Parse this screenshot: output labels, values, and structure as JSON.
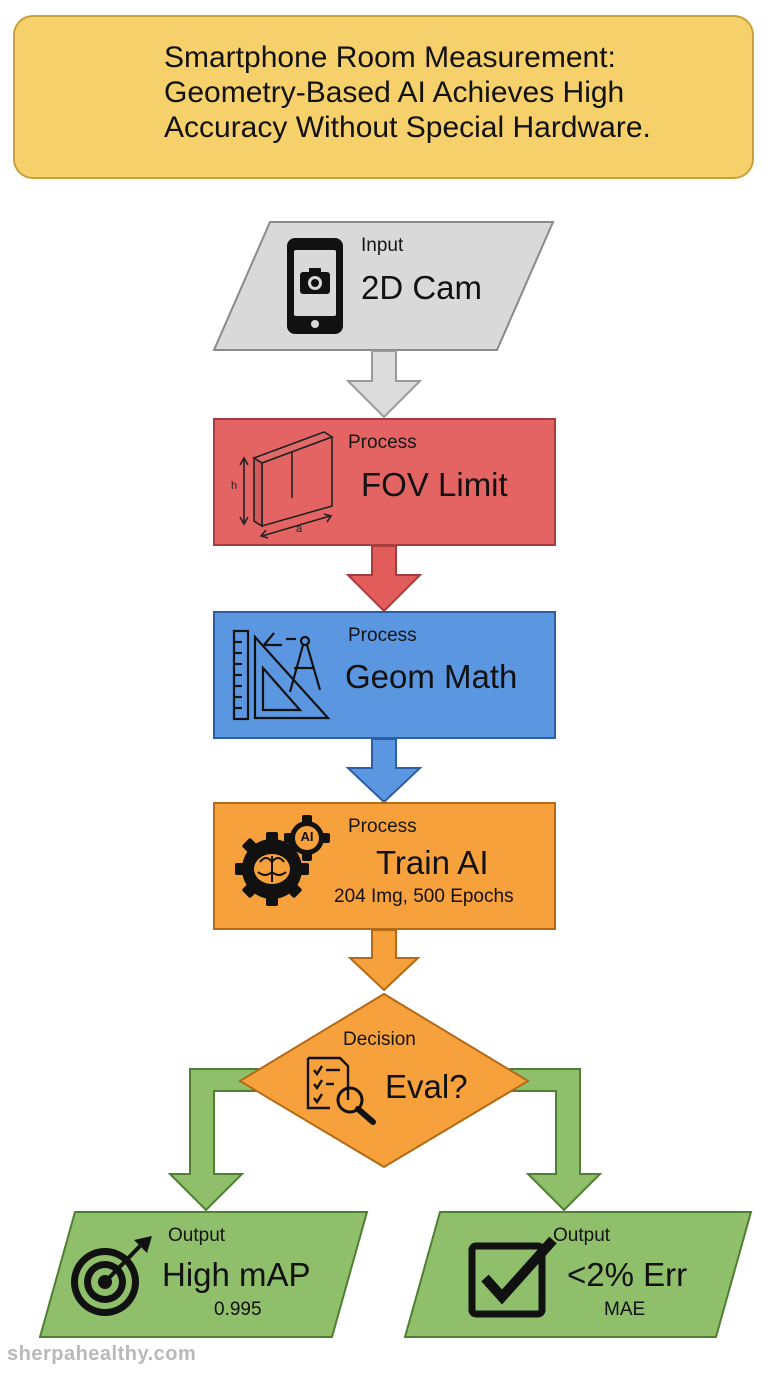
{
  "title": {
    "lines": [
      "Smartphone Room Measurement:",
      "Geometry-Based AI Achieves High",
      "Accuracy Without Special Hardware."
    ]
  },
  "nodes": {
    "input": {
      "label": "Input",
      "text": "2D Cam",
      "icon": "camera-phone-icon"
    },
    "fov": {
      "label": "Process",
      "text": "FOV Limit",
      "icon": "panel-dimension-icon",
      "dim_h": "h",
      "dim_a": "a"
    },
    "geom": {
      "label": "Process",
      "text": "Geom Math",
      "icon": "ruler-compass-icon"
    },
    "train": {
      "label": "Process",
      "text": "Train AI",
      "sub": "204 Img, 500 Epochs",
      "icon": "ai-gear-icon",
      "icon_text": "AI"
    },
    "decision": {
      "label": "Decision",
      "text": "Eval?",
      "icon": "checklist-magnifier-icon"
    },
    "out_map": {
      "label": "Output",
      "text": "High mAP",
      "sub": "0.995",
      "icon": "target-icon"
    },
    "out_err": {
      "label": "Output",
      "text": "<2% Err",
      "sub": "MAE",
      "icon": "checkbox-icon"
    }
  },
  "footer": "sherpahealthy.com",
  "colors": {
    "banner": "#f6d06a",
    "input": "#d9d9d9",
    "fov": "#e46464",
    "geom": "#5b97e0",
    "train": "#f7a13c",
    "output": "#8fbf6a"
  }
}
